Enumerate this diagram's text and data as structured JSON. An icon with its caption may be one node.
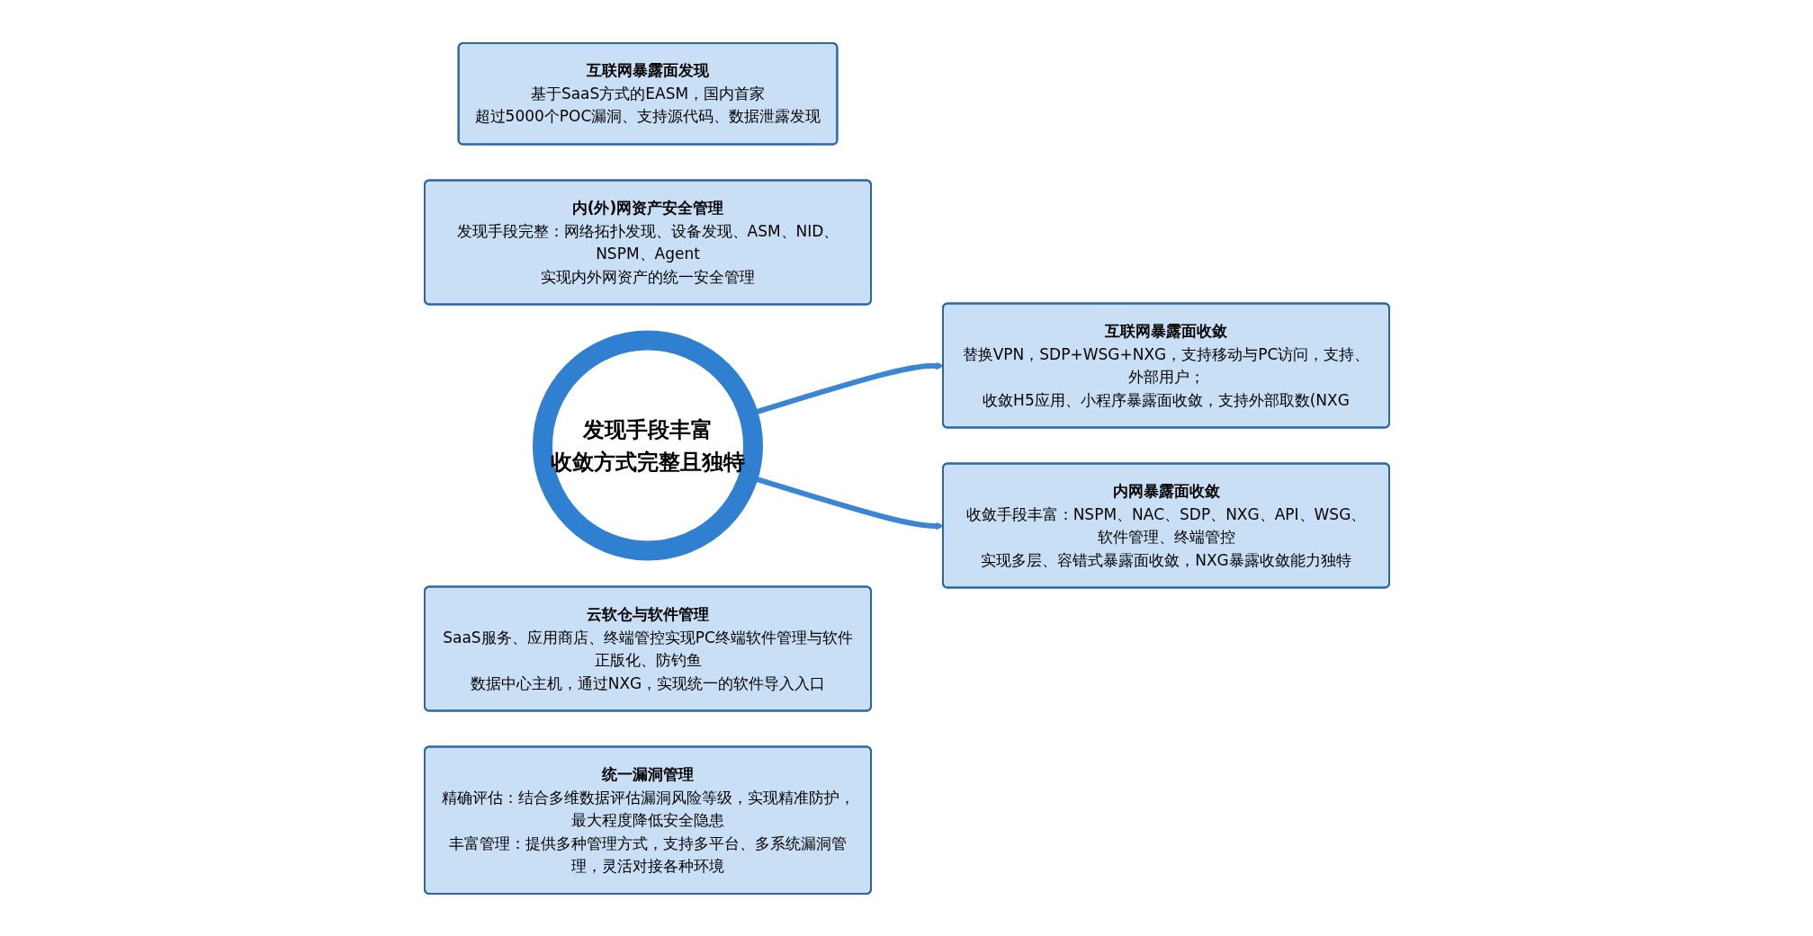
{
  "diagram": {
    "nodes": [
      {
        "text": [
          "互联网暴露面发现",
          "基于SaaS方式的EASM，国内首家",
          "超过5000个POC漏洞、支持源代码、数据泄露发现"
        ]
      },
      {
        "text": [
          "内(外)网资产安全管理",
          "发现手段完整：网络拓扑发现、设备发现、ASM、NID、NSPM、Agent",
          "实现内外网资产的统一安全管理"
        ]
      },
      {
        "text": [
          "互联网暴露面收敛",
          "替换VPN，SDP+WSG+NXG，支持移动与PC访问，支持、外部用户；",
          "收敛H5应用、小程序暴露面收敛，支持外部取数(NXG"
        ]
      },
      {
        "text": [
          "发现手段丰富",
          "收敛方式完整且独特"
        ]
      },
      {
        "text": [
          "内网暴露面收敛",
          "收敛手段丰富：NSPM、NAC、SDP、NXG、API、WSG、软件管理、终端管控",
          "实现多层、容错式暴露面收敛，NXG暴露收敛能力独特"
        ]
      },
      {
        "text": [
          "云软仓与软件管理",
          "SaaS服务、应用商店、终端管控实现PC终端软件管理与软件正版化、防钓鱼",
          "数据中心主机，通过NXG，实现统一的软件导入入口"
        ]
      },
      {
        "text": [
          "统一漏洞管理",
          "精确评估：结合多维数据评估漏洞风险等级，实现精准防护，最大程度降低安全隐患",
          "丰富管理：提供多种管理方式，支持多平台、多系统漏洞管理，灵活对接各种环境"
        ]
      }
    ],
    "edges": [
      {
        "from": 3,
        "to": 2,
        "arrow": "to"
      },
      {
        "from": 3,
        "to": 4,
        "arrow": "to"
      }
    ]
  }
}
